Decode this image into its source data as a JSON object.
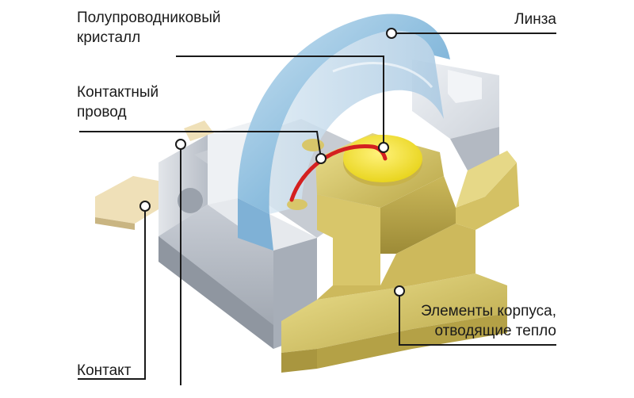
{
  "labels": {
    "crystal_line1": "Полупроводниковый",
    "crystal_line2": "кристалл",
    "wire_line1": "Контактный",
    "wire_line2": "провод",
    "lens": "Линза",
    "contact": "Контакт",
    "housing_line1": "Элементы корпуса,",
    "housing_line2": "отводящие тепло"
  },
  "colors": {
    "housing_gray": "#d9dde3",
    "lens_blue": "#8fbfdf",
    "heatsink_gold": "#d8c66a",
    "chip_yellow": "#f4e43a",
    "wire_red": "#d42020",
    "contact_beige": "#efe0b8",
    "leader_line": "#1a1a1a"
  }
}
